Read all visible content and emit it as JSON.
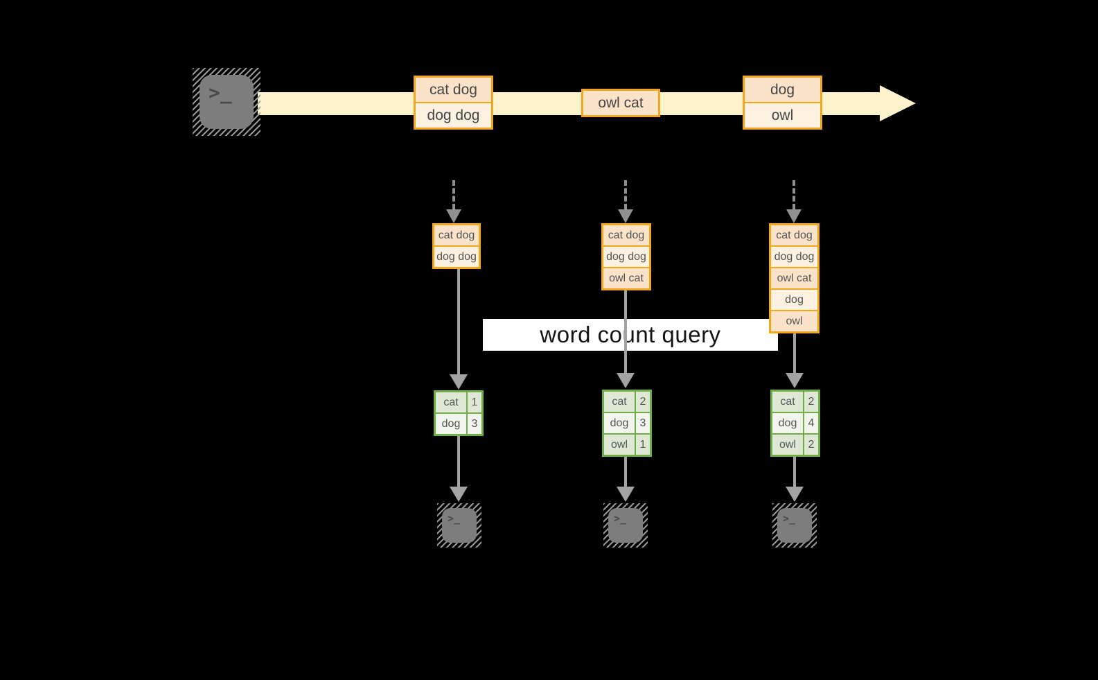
{
  "query": {
    "label": "word count query"
  },
  "icons": {
    "terminal_prompt": ">_"
  },
  "stream": {
    "batches": [
      {
        "cells": [
          "cat dog",
          "dog dog"
        ]
      },
      {
        "cells": [
          "owl cat"
        ]
      },
      {
        "cells": [
          "dog",
          "owl"
        ]
      }
    ]
  },
  "pipelines": [
    {
      "state": [
        "cat dog",
        "dog dog"
      ],
      "counts": [
        {
          "word": "cat",
          "count": "1"
        },
        {
          "word": "dog",
          "count": "3"
        }
      ]
    },
    {
      "state": [
        "cat dog",
        "dog dog",
        "owl cat"
      ],
      "counts": [
        {
          "word": "cat",
          "count": "2"
        },
        {
          "word": "dog",
          "count": "3"
        },
        {
          "word": "owl",
          "count": "1"
        }
      ]
    },
    {
      "state": [
        "cat dog",
        "dog dog",
        "owl cat",
        "dog",
        "owl"
      ],
      "counts": [
        {
          "word": "cat",
          "count": "2"
        },
        {
          "word": "dog",
          "count": "4"
        },
        {
          "word": "owl",
          "count": "2"
        }
      ]
    }
  ],
  "colors": {
    "background": "#000000",
    "stream_band": "#fcf2cb",
    "box_border": "#f2a71d",
    "cell_fill_dark": "#fbe3c9",
    "cell_fill_light": "#fdf1e1",
    "table_border": "#70ad47",
    "row_fill_dark": "#dfe8d5",
    "row_fill_light": "#f2f5ed",
    "arrow_gray": "#a3a3a3",
    "terminal_gray": "#7d7d7d",
    "query_box_bg": "#ffffff"
  }
}
